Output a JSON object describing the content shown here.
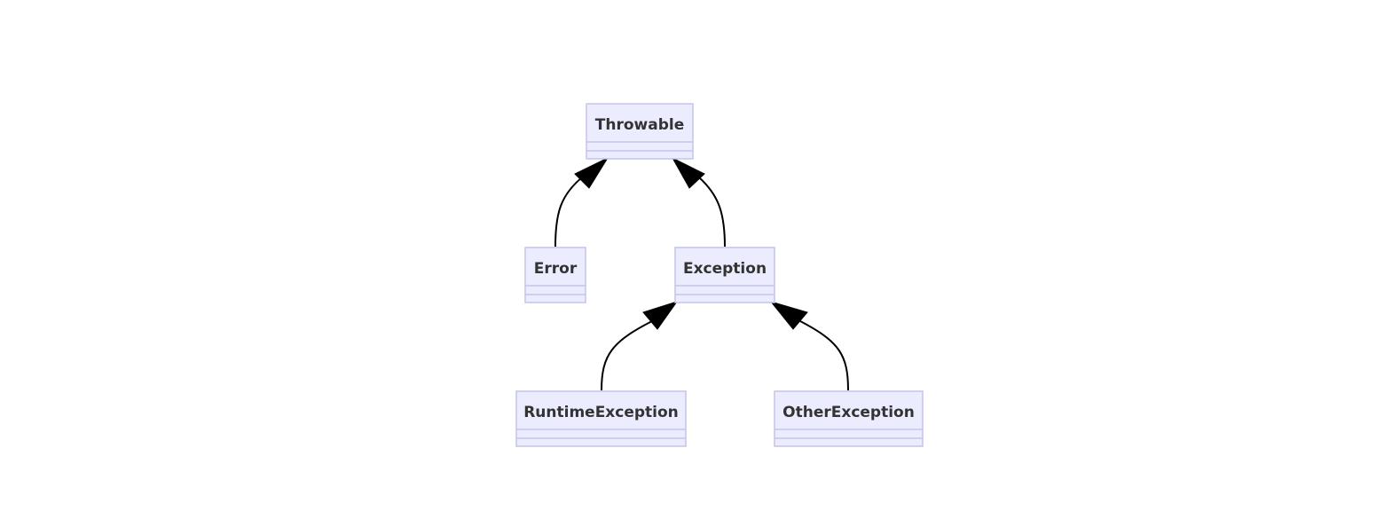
{
  "diagram": {
    "type": "class-diagram",
    "classes": {
      "throwable": "Throwable",
      "error": "Error",
      "exception": "Exception",
      "runtime_exception": "RuntimeException",
      "other_exception": "OtherException"
    },
    "relations": [
      {
        "from": "Error",
        "to": "Throwable",
        "kind": "inheritance"
      },
      {
        "from": "Exception",
        "to": "Throwable",
        "kind": "inheritance"
      },
      {
        "from": "RuntimeException",
        "to": "Exception",
        "kind": "inheritance"
      },
      {
        "from": "OtherException",
        "to": "Exception",
        "kind": "inheritance"
      }
    ],
    "colors": {
      "box_fill": "#ececff",
      "box_stroke": "#c3c3ea",
      "text": "#333333",
      "edge": "#000000"
    }
  }
}
